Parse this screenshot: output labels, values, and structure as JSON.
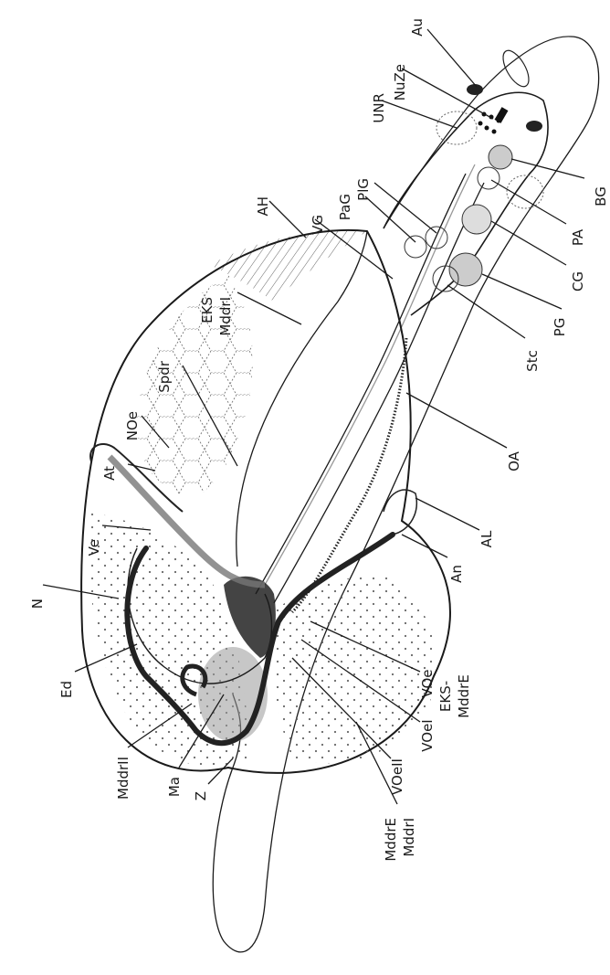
{
  "labels": {
    "Au": "Au",
    "NuZe": "NuZe",
    "UNR": "UNR",
    "BG": "BG",
    "PaG": "PaG",
    "PlG": "PlG",
    "VG": "VG",
    "AH": "AH",
    "PA": "PA",
    "CG": "CG",
    "PG": "PG",
    "Stc": "Stc",
    "EKS": "EKS",
    "MddrI_top": "MddrI",
    "Spdr": "Spdr",
    "NOe": "NOe",
    "At": "At",
    "OA": "OA",
    "AL": "AL",
    "An": "An",
    "Ve": "Ve",
    "N": "N",
    "Ed": "Ed",
    "VOe": "VOe",
    "EKS_MddrE_1": "EKS-",
    "EKS_MddrE_2": "MddrE",
    "VOeI": "VOeI",
    "VOeII": "VOeII",
    "MddrII": "MddrII",
    "Ma": "Ma",
    "Z": "Z",
    "MddrE": "MddrE",
    "MddrI_bottom": "MddrI"
  }
}
